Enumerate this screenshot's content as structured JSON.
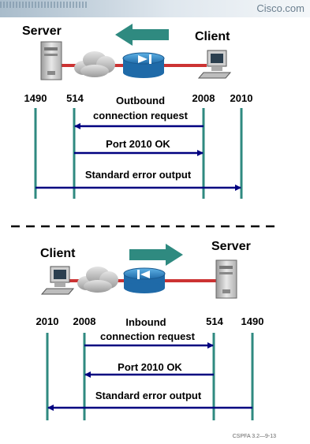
{
  "header": {
    "brand": "Cisco.com"
  },
  "footer": {
    "code": "CSPFA 3.2—9-13"
  },
  "colors": {
    "timeline": "#2f8a80",
    "arrow": "#000080",
    "direction_arrow": "#2f8a80",
    "link": "#cc3333",
    "router": "#2f86c8"
  },
  "top": {
    "left_label": "Server",
    "right_label": "Client",
    "ports": [
      "1490",
      "514",
      "2008",
      "2010"
    ],
    "messages": [
      {
        "label_line1": "Outbound",
        "label_line2": "connection request",
        "from": "2008",
        "to": "514"
      },
      {
        "label": "Port 2010 OK",
        "from": "514",
        "to": "2008"
      },
      {
        "label": "Standard error output",
        "from": "1490",
        "to": "2010"
      }
    ]
  },
  "bottom": {
    "left_label": "Client",
    "right_label": "Server",
    "ports": [
      "2010",
      "2008",
      "514",
      "1490"
    ],
    "messages": [
      {
        "label_line1": "Inbound",
        "label_line2": "connection request",
        "from": "2008",
        "to": "514"
      },
      {
        "label": "Port 2010 OK",
        "from": "514",
        "to": "2008"
      },
      {
        "label": "Standard error output",
        "from": "1490",
        "to": "2010"
      }
    ]
  }
}
